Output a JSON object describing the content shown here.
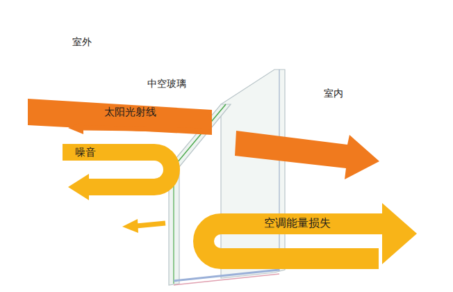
{
  "diagram": {
    "labels": [
      "室外",
      "中空玻璃",
      "室内",
      "太阳光射线",
      "噪音",
      "空调能量损失"
    ]
  }
}
